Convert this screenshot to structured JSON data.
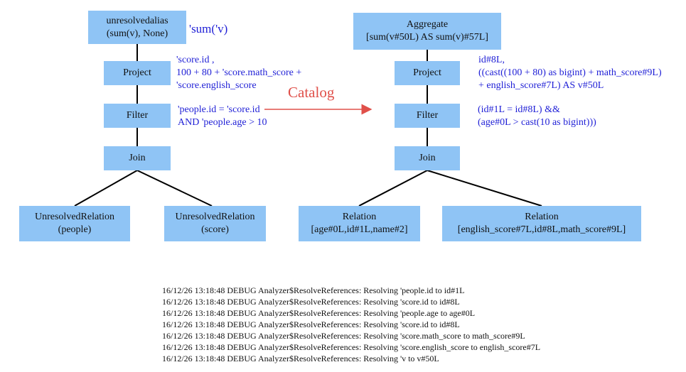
{
  "left_tree": {
    "root": {
      "line1": "unresolvedalias",
      "line2": "(sum(v), None)"
    },
    "root_annotation": "'sum('v)",
    "project": "Project",
    "project_annotation": [
      "'score.id ,",
      "100 + 80 + 'score.math_score +",
      "'score.english_score"
    ],
    "filter": "Filter",
    "filter_annotation": [
      "'people.id = 'score.id",
      "AND 'people.age > 10"
    ],
    "join": "Join",
    "relation_left": {
      "line1": "UnresolvedRelation",
      "line2": "(people)"
    },
    "relation_right": {
      "line1": "UnresolvedRelation",
      "line2": "(score)"
    }
  },
  "arrow_label": "Catalog",
  "right_tree": {
    "root": {
      "line1": "Aggregate",
      "line2": "[sum(v#50L) AS sum(v)#57L]"
    },
    "project": "Project",
    "project_annotation": [
      "id#8L,",
      "((cast((100 + 80) as bigint) + math_score#9L)",
      "+ english_score#7L) AS v#50L"
    ],
    "filter": "Filter",
    "filter_annotation": [
      "(id#1L = id#8L) &&",
      "(age#0L > cast(10 as bigint)))"
    ],
    "join": "Join",
    "relation_left": {
      "line1": "Relation",
      "line2": "[age#0L,id#1L,name#2]"
    },
    "relation_right": {
      "line1": "Relation",
      "line2": "[english_score#7L,id#8L,math_score#9L]"
    }
  },
  "log_lines": [
    "16/12/26 13:18:48 DEBUG Analyzer$ResolveReferences: Resolving 'people.id to id#1L",
    "16/12/26 13:18:48 DEBUG Analyzer$ResolveReferences: Resolving 'score.id to id#8L",
    "16/12/26 13:18:48 DEBUG Analyzer$ResolveReferences: Resolving 'people.age to age#0L",
    "16/12/26 13:18:48 DEBUG Analyzer$ResolveReferences: Resolving 'score.id to id#8L",
    "16/12/26 13:18:48 DEBUG Analyzer$ResolveReferences: Resolving 'score.math_score to math_score#9L",
    "16/12/26 13:18:48 DEBUG Analyzer$ResolveReferences: Resolving 'score.english_score to english_score#7L",
    "16/12/26 13:18:48 DEBUG Analyzer$ResolveReferences: Resolving 'v to v#50L"
  ],
  "colors": {
    "node_fill": "#8fc4f5",
    "annotation_text": "#1f1fd6",
    "arrow": "#e0504a",
    "edge": "#000000"
  }
}
